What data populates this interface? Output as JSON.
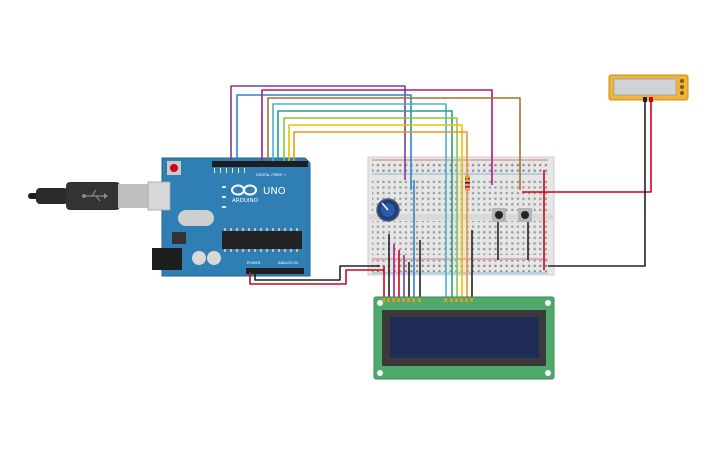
{
  "colors": {
    "background": "#ffffff",
    "arduino_board": "#2f7fb4",
    "breadboard": "#e6e6e6",
    "lcd_pcb": "#4ea96b",
    "lcd_screen": "#1f2c57",
    "battery_body": "#f1b43a",
    "wire_red": "#d0021b",
    "wire_black": "#222222",
    "wire_magenta": "#b0187a",
    "wire_blue": "#2a86c9",
    "wire_cyan": "#4bb0d6",
    "wire_green": "#8cc63f",
    "wire_yellow": "#e6c200",
    "wire_orange": "#f0941d",
    "wire_brown": "#a1742e",
    "wire_purple": "#7a3f91",
    "wire_teal": "#1fa38a"
  },
  "arduino": {
    "logo_text": "ARDUINO",
    "model_text": "UNO",
    "digital_label": "DIGITAL (PWM~)",
    "power_label": "POWER",
    "analog_label": "ANALOG IN",
    "icon": "arduino-infinity-icon"
  },
  "components": {
    "usb_cable_icon": "usb-plug-icon",
    "potentiometer_icon": "potentiometer-icon",
    "pushbutton_icon": "pushbutton-icon",
    "resistor_icon": "resistor-icon",
    "battery_icon": "battery-icon",
    "lcd_icon": "lcd-16x2-icon"
  }
}
